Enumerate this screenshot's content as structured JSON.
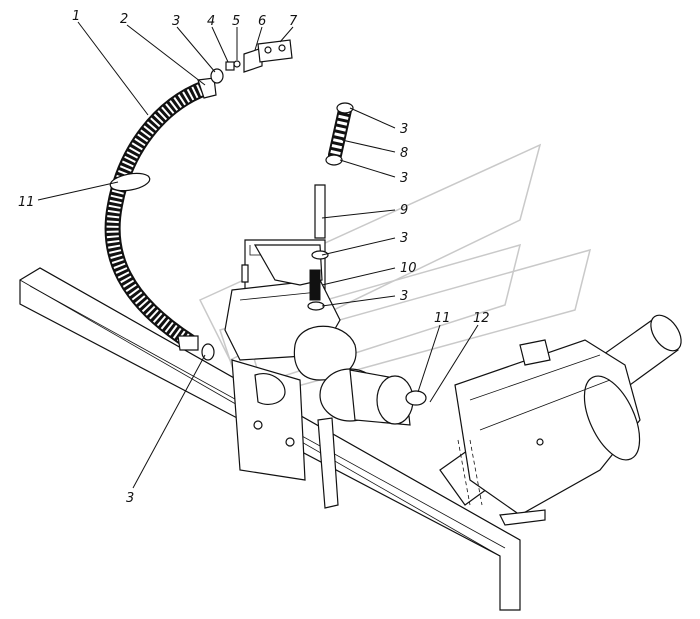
{
  "callouts": [
    {
      "id": "c1",
      "text": "1"
    },
    {
      "id": "c2",
      "text": "2"
    },
    {
      "id": "c3a",
      "text": "3"
    },
    {
      "id": "c4",
      "text": "4"
    },
    {
      "id": "c5",
      "text": "5"
    },
    {
      "id": "c6",
      "text": "6"
    },
    {
      "id": "c7",
      "text": "7"
    },
    {
      "id": "c11a",
      "text": "11"
    },
    {
      "id": "c3b",
      "text": "3"
    },
    {
      "id": "c8",
      "text": "8"
    },
    {
      "id": "c3c",
      "text": "3"
    },
    {
      "id": "c9",
      "text": "9"
    },
    {
      "id": "c3d",
      "text": "3"
    },
    {
      "id": "c10",
      "text": "10"
    },
    {
      "id": "c3e",
      "text": "3"
    },
    {
      "id": "c11b",
      "text": "11"
    },
    {
      "id": "c12",
      "text": "12"
    },
    {
      "id": "c3f",
      "text": "3"
    }
  ]
}
